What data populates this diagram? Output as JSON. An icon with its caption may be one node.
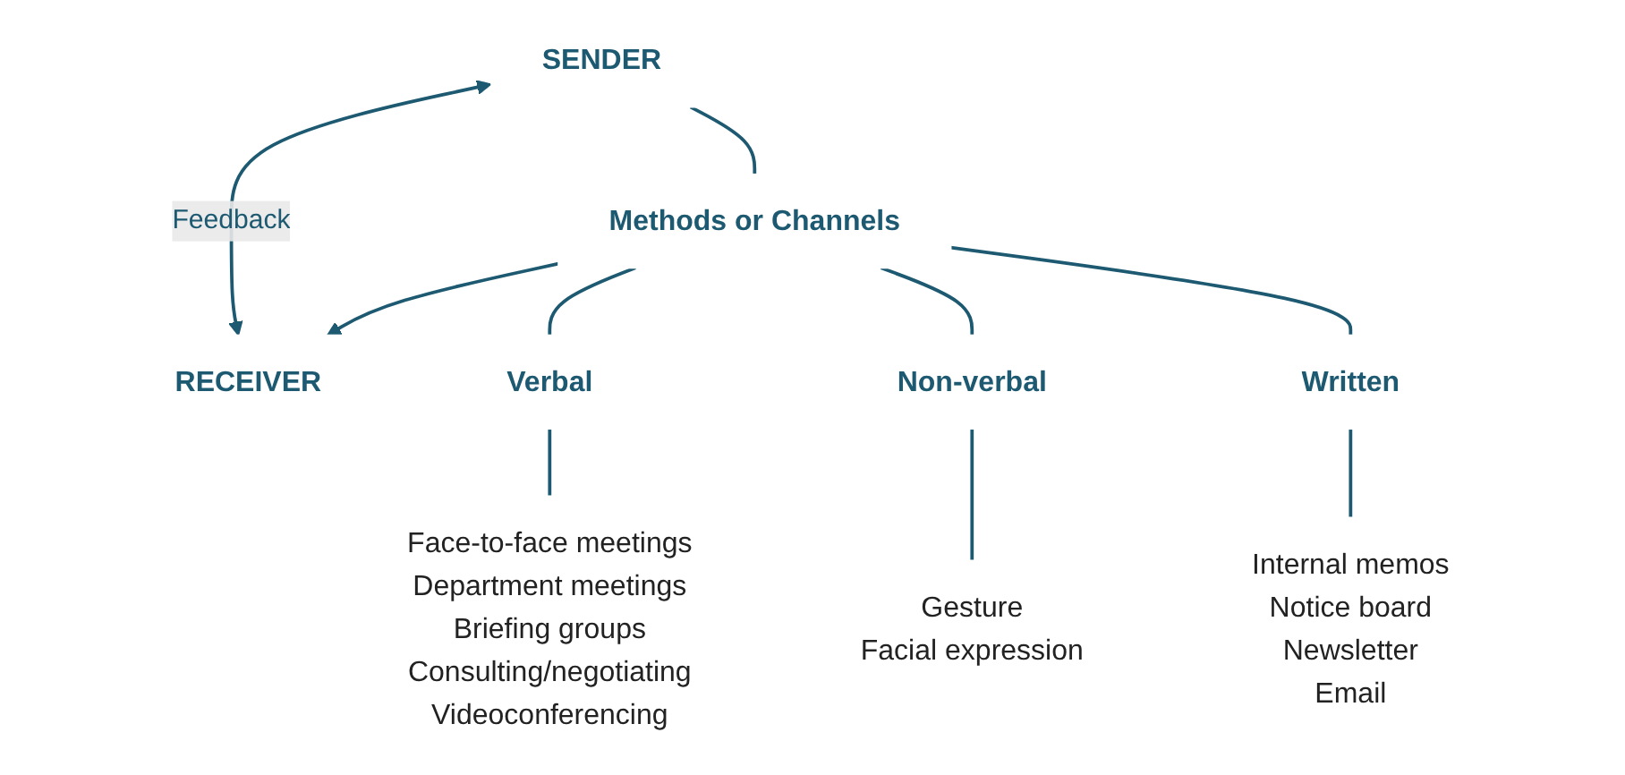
{
  "diagram": {
    "nodes": [
      {
        "text": [
          "SENDER"
        ]
      },
      {
        "text": [
          "Methods or Channels"
        ]
      },
      {
        "text": [
          "RECEIVER"
        ]
      },
      {
        "text": [
          "Verbal"
        ]
      },
      {
        "text": [
          "Non-verbal"
        ]
      },
      {
        "text": [
          "Written"
        ]
      },
      {
        "text": [
          "Face-to-face meetings",
          "Department meetings",
          "Briefing groups",
          "Consulting/negotiating",
          "Videoconferencing"
        ]
      },
      {
        "text": [
          "Gesture",
          "Facial expression"
        ]
      },
      {
        "text": [
          "Internal memos",
          "Notice board",
          "Newsletter",
          "Email"
        ]
      }
    ],
    "edges": [
      {
        "from": 0,
        "to": 2,
        "arrow": "both",
        "label": "Feedback"
      },
      {
        "from": 0,
        "to": 1,
        "arrow": "none"
      },
      {
        "from": 1,
        "to": 2,
        "arrow": "to"
      },
      {
        "from": 1,
        "to": 3,
        "arrow": "none"
      },
      {
        "from": 1,
        "to": 4,
        "arrow": "none"
      },
      {
        "from": 1,
        "to": 5,
        "arrow": "none"
      },
      {
        "from": 3,
        "to": 6,
        "arrow": "none"
      },
      {
        "from": 4,
        "to": 7,
        "arrow": "none"
      },
      {
        "from": 5,
        "to": 8,
        "arrow": "none"
      }
    ]
  }
}
